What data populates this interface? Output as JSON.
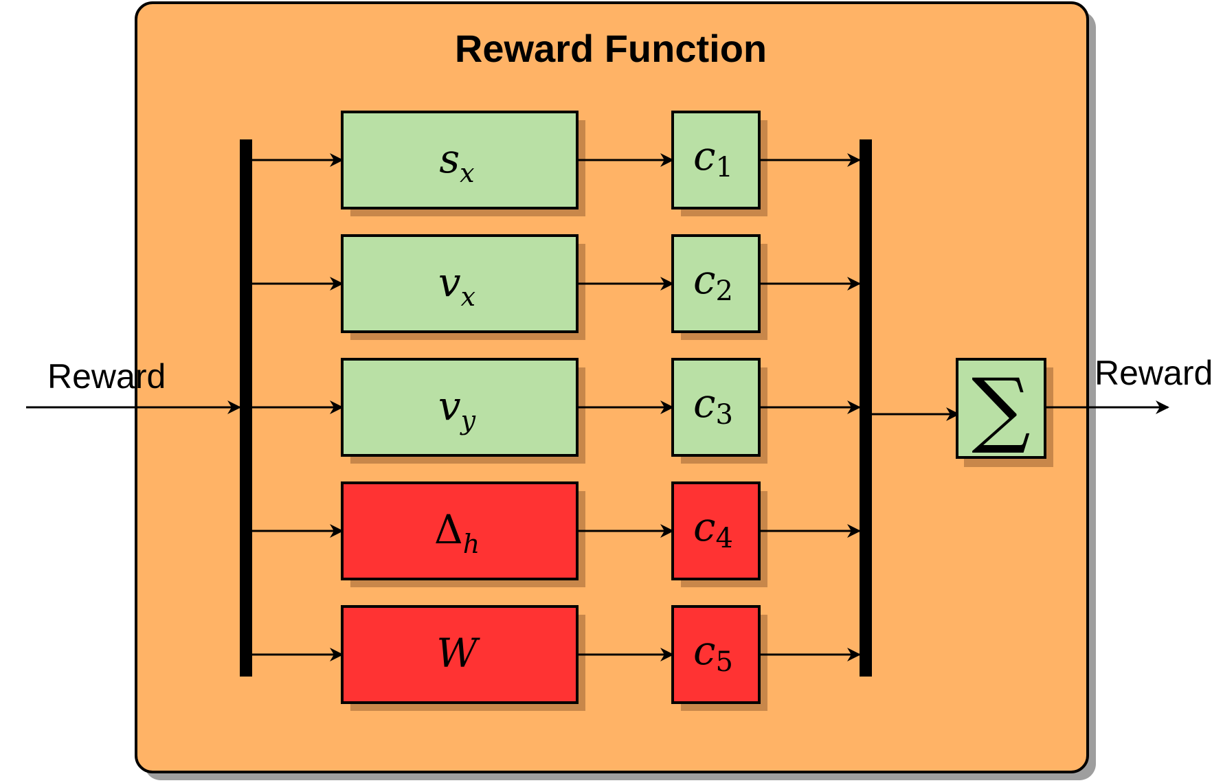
{
  "title": "Reward Function",
  "input_label": "Reward",
  "output_label": "Reward",
  "features": [
    {
      "symbol": "s",
      "subscript": "x",
      "coef": "c",
      "coef_sub": "1",
      "status": "green",
      "upright": false
    },
    {
      "symbol": "v",
      "subscript": "x",
      "coef": "c",
      "coef_sub": "2",
      "status": "green",
      "upright": false
    },
    {
      "symbol": "v",
      "subscript": "y",
      "coef": "c",
      "coef_sub": "3",
      "status": "green",
      "upright": false
    },
    {
      "symbol": "Δ",
      "subscript": "h",
      "coef": "c",
      "coef_sub": "4",
      "status": "red",
      "upright": true
    },
    {
      "symbol": "W",
      "subscript": "",
      "coef": "c",
      "coef_sub": "5",
      "status": "red",
      "upright": false
    }
  ],
  "sum_symbol": "∑",
  "colors": {
    "panel": "#FFB366",
    "panel_shadow": "#9E9E9E",
    "box_shadow": "#C8874A",
    "green": "#B9E0A5",
    "red": "#FF3333",
    "stroke": "#000000"
  }
}
